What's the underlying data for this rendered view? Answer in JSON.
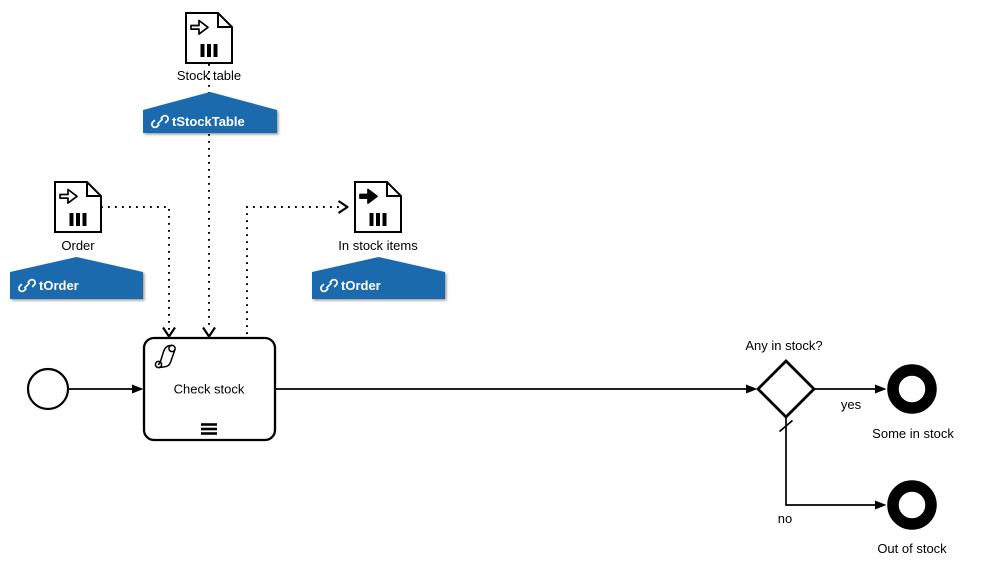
{
  "colors": {
    "accent": "#1a6aae",
    "stroke": "#000000",
    "background": "#ffffff"
  },
  "process": {
    "task": {
      "label": "Check stock",
      "type": "script-task",
      "loop_marker": "sequential-multi-instance"
    },
    "gateway": {
      "label": "Any in stock?"
    },
    "flows": {
      "yes": "yes",
      "no": "no"
    },
    "end_events": {
      "some": "Some in stock",
      "out": "Out of stock"
    },
    "data_objects": {
      "stock_table": {
        "label": "Stock table",
        "badge": "tStockTable"
      },
      "order": {
        "label": "Order",
        "badge": "tOrder"
      },
      "in_stock_items": {
        "label": "In stock items",
        "badge": "tOrder"
      }
    }
  }
}
